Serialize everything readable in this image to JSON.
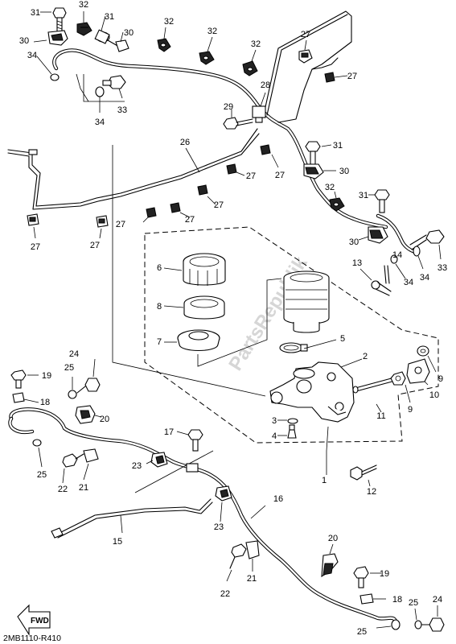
{
  "diagram_code": "2MB1110-R410",
  "watermark_text": "PartsRepublik",
  "fwd_label": "FWD",
  "callout_numbers": [
    "1",
    "2",
    "3",
    "4",
    "5",
    "6",
    "7",
    "8",
    "9",
    "10",
    "11",
    "12",
    "13",
    "14",
    "15",
    "16",
    "17",
    "18",
    "19",
    "20",
    "21",
    "22",
    "23",
    "24",
    "25",
    "26",
    "27",
    "28",
    "29",
    "30",
    "31",
    "32",
    "33",
    "34"
  ]
}
